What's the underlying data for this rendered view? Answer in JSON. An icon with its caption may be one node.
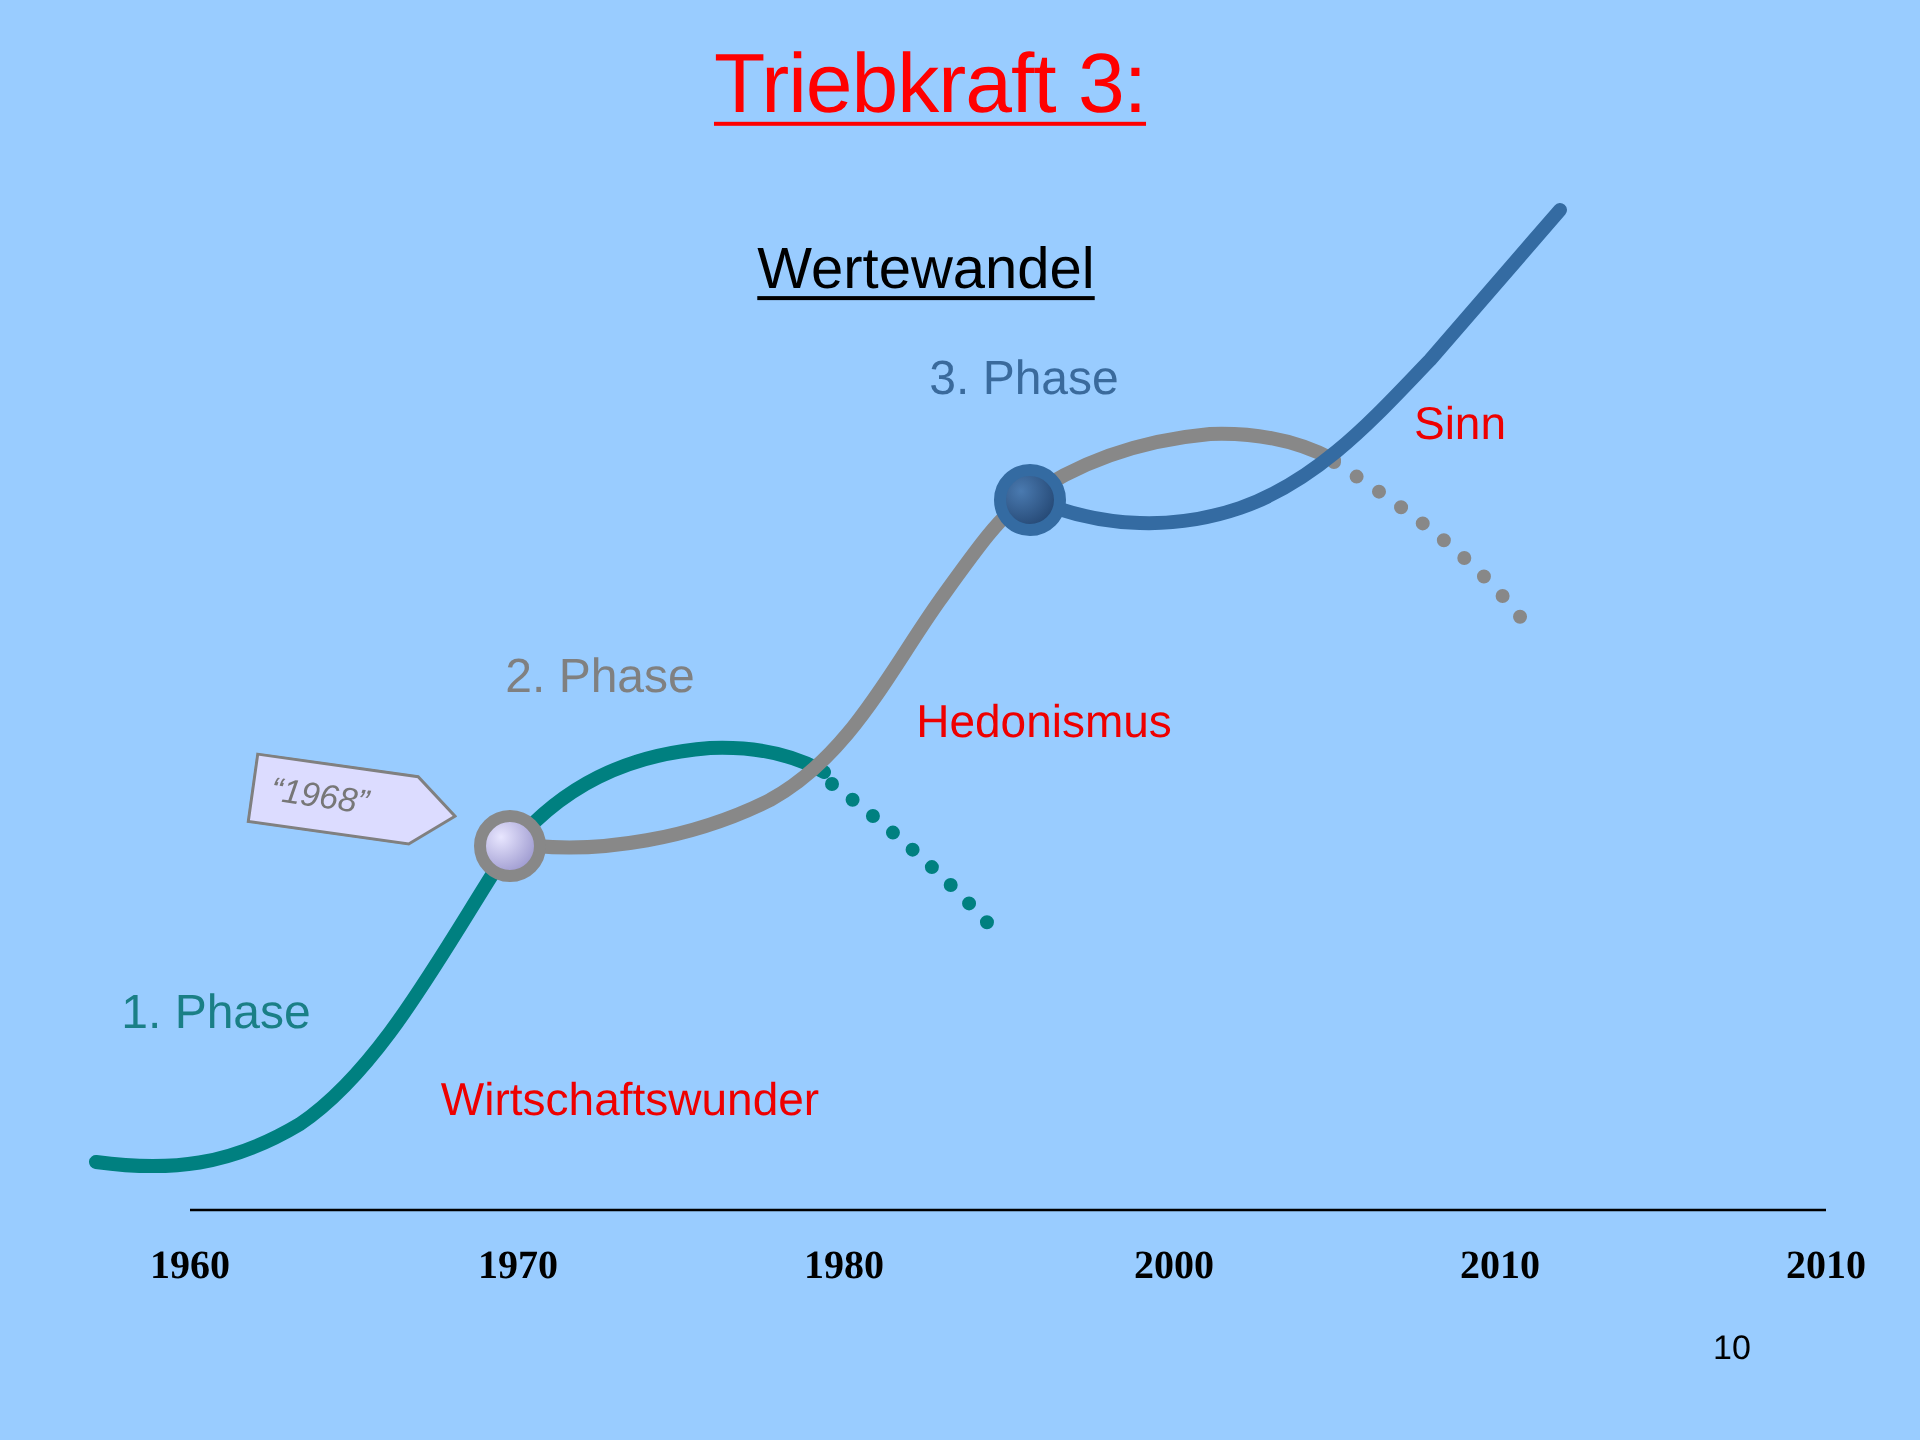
{
  "diagram": {
    "title": "Triebkraft 3:",
    "nodes": [
      {
        "text": [
          "“1968”"
        ]
      }
    ],
    "edges": [],
    "labels": [
      "Wertewandel",
      "3. Phase",
      "Sinn",
      "2. Phase",
      "Hedonismus",
      "1. Phase",
      "Wirtschaftswunder",
      "1960",
      "1970",
      "1980",
      "2000",
      "2010",
      "2010",
      "10"
    ]
  }
}
